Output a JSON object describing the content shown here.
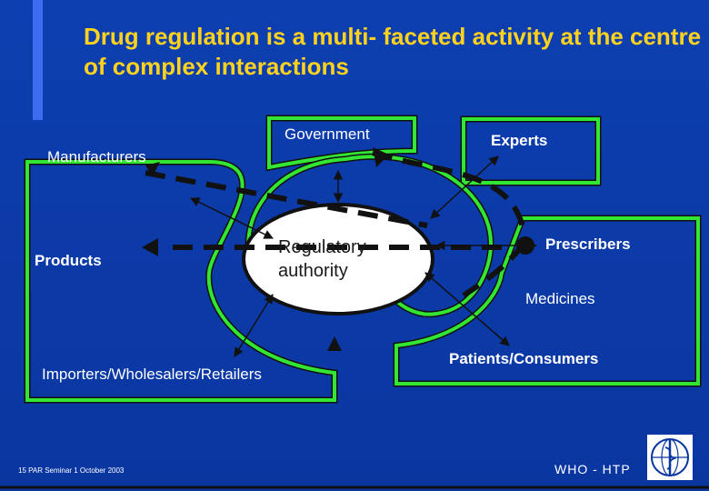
{
  "title": "Drug regulation is a multi- faceted activity at the centre of complex interactions",
  "nodes": {
    "government": "Government",
    "experts": "Experts",
    "manufacturers": "Manufacturers",
    "products": "Products",
    "regulatory_authority_line1": "Regulatory",
    "regulatory_authority_line2": "authority",
    "prescribers": "Prescribers",
    "medicines": "Medicines",
    "importers": "Importers/Wholesalers/Retailers",
    "patients": "Patients/Consumers"
  },
  "footer": {
    "seminar": "15 PAR Seminar 1 October 2003",
    "org": "WHO - HTP"
  },
  "colors": {
    "background": "#0b3aa8",
    "title": "#ffd21f",
    "box_border": "#33e633",
    "box_border_dark": "#111111",
    "text": "#ffffff"
  },
  "icons": {
    "logo": "who-emblem-icon"
  }
}
